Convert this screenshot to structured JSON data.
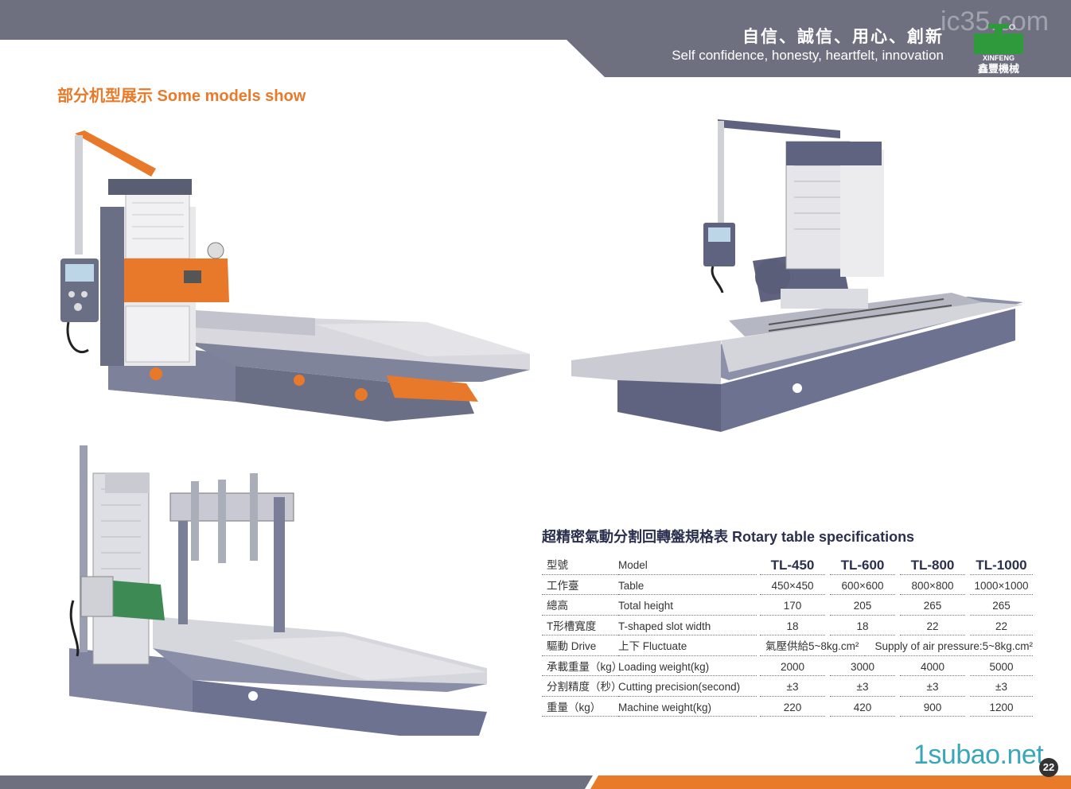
{
  "header": {
    "slogan_cn": "自信、誠信、用心、創新",
    "slogan_en": "Self confidence, honesty, heartfelt, innovation",
    "logo_text": "XINFENG",
    "logo_cn": "鑫豐機械",
    "watermark": "ic35.com",
    "band_color": "#6e7080"
  },
  "section": {
    "title": "部分机型展示  Some models show",
    "accent_color": "#e87a2a"
  },
  "spec": {
    "title": "超精密氣動分割回轉盤規格表  Rotary table specifications",
    "models": [
      "TL-450",
      "TL-600",
      "TL-800",
      "TL-1000"
    ],
    "header_cn": "型號",
    "header_en": "Model",
    "rows": [
      {
        "cn": "工作臺",
        "en": "Table",
        "values": [
          "450×450",
          "600×600",
          "800×800",
          "1000×1000"
        ]
      },
      {
        "cn": "總高",
        "en": "Total height",
        "values": [
          "170",
          "205",
          "265",
          "265"
        ]
      },
      {
        "cn": "T形槽寬度",
        "en": "T-shaped slot width",
        "values": [
          "18",
          "18",
          "22",
          "22"
        ]
      }
    ],
    "drive": {
      "cn": "驅動  Drive",
      "en": "上下 Fluctuate",
      "value_cn": "氣壓供給5~8kg.cm²",
      "value_en": "Supply of air pressure:5~8kg.cm²"
    },
    "rows2": [
      {
        "cn": "承載重量（kg）",
        "en": "Loading weight(kg)",
        "values": [
          "2000",
          "3000",
          "4000",
          "5000"
        ]
      },
      {
        "cn": "分割精度（秒）",
        "en": "Cutting precision(second)",
        "values": [
          "±3",
          "±3",
          "±3",
          "±3"
        ]
      },
      {
        "cn": "重量（kg）",
        "en": "Machine weight(kg)",
        "values": [
          "220",
          "420",
          "900",
          "1200"
        ]
      }
    ]
  },
  "footer": {
    "watermark": "1subao.net",
    "page": "22",
    "gray": "#6e7080",
    "orange": "#e87a2a"
  }
}
